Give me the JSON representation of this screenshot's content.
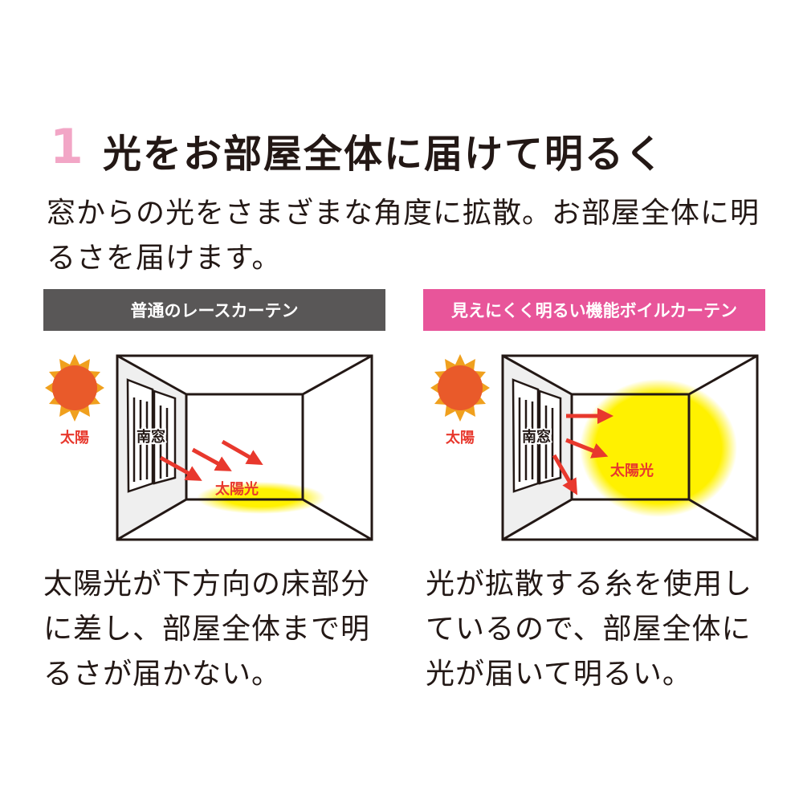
{
  "heading": {
    "number": "1",
    "title": "光をお部屋全体に届けて明るく"
  },
  "lead": "窓からの光をさまざまな角度に拡散。お部屋全体に明るさを届けます。",
  "comparison": [
    {
      "label": "普通のレースカーテン",
      "sun_label": "太陽",
      "window_label": "南窓",
      "light_label": "太陽光",
      "description": "太陽光が下方向の床部分に差し、部屋全体まで明るさが届かない。"
    },
    {
      "label": "見えにくく明るい機能ボイルカーテン",
      "sun_label": "太陽",
      "window_label": "南窓",
      "light_label": "太陽光",
      "description": "光が拡散する糸を使用しているので、部屋全体に光が届いて明るい。"
    }
  ],
  "colors": {
    "number": "#f2a6c6",
    "left_bar": "#595757",
    "right_bar": "#e8559a",
    "arrow": "#e8382d",
    "sun": "#e95a2a",
    "sun_rays": "#f0a01e",
    "glow": "#fff100"
  }
}
